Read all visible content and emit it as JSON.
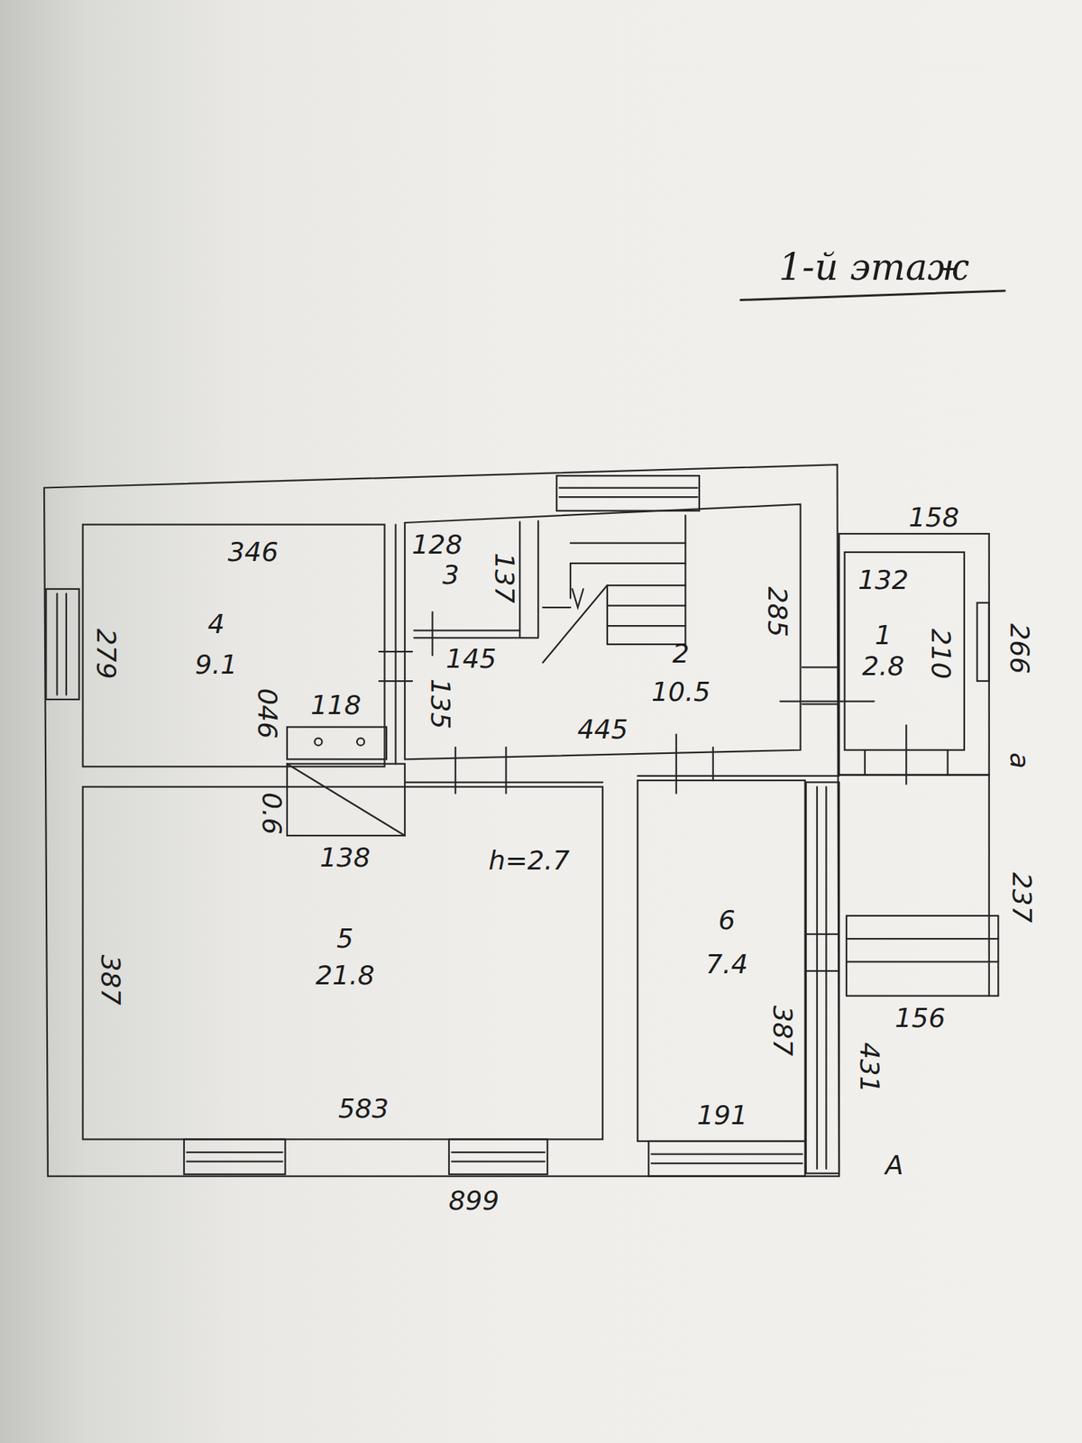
{
  "diagram": {
    "title": "1-й этаж",
    "nodes": [
      {
        "text": [
          "4",
          "9.1"
        ]
      },
      {
        "text": [
          "3"
        ]
      },
      {
        "text": [
          "2",
          "10.5"
        ]
      },
      {
        "text": [
          "1",
          "2.8"
        ]
      },
      {
        "text": [
          "5",
          "21.8"
        ]
      },
      {
        "text": [
          "6",
          "7.4"
        ]
      }
    ],
    "labels": [
      "346",
      "128",
      "137",
      "145",
      "279",
      "046",
      "118",
      "135",
      "445",
      "285",
      "158",
      "132",
      "210",
      "266",
      "0.6",
      "138",
      "h=2.7",
      "387",
      "583",
      "387",
      "191",
      "431",
      "156",
      "237",
      "899",
      "а",
      "А"
    ]
  }
}
